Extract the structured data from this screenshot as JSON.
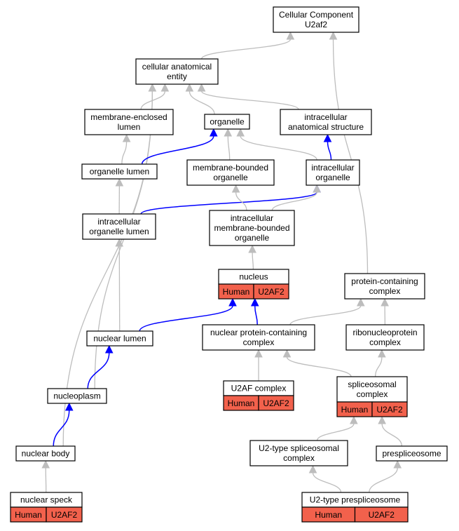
{
  "nodes": {
    "root": {
      "lines": [
        "Cellular Component",
        "U2af2"
      ]
    },
    "cae": {
      "lines": [
        "cellular anatomical",
        "entity"
      ]
    },
    "mel": {
      "lines": [
        "membrane-enclosed",
        "lumen"
      ]
    },
    "org": {
      "lines": [
        "organelle"
      ]
    },
    "ias": {
      "lines": [
        "intracellular",
        "anatomical structure"
      ]
    },
    "ol": {
      "lines": [
        "organelle lumen"
      ]
    },
    "mbo": {
      "lines": [
        "membrane-bounded",
        "organelle"
      ]
    },
    "io": {
      "lines": [
        "intracellular",
        "organelle"
      ]
    },
    "iol": {
      "lines": [
        "intracellular",
        "organelle lumen"
      ]
    },
    "imbo": {
      "lines": [
        "intracellular",
        "membrane-bounded",
        "organelle"
      ]
    },
    "nuc": {
      "lines": [
        "nucleus"
      ],
      "badge": [
        "Human",
        "U2AF2"
      ]
    },
    "pcc": {
      "lines": [
        "protein-containing",
        "complex"
      ]
    },
    "nl": {
      "lines": [
        "nuclear lumen"
      ]
    },
    "npcc": {
      "lines": [
        "nuclear protein-containing",
        "complex"
      ]
    },
    "rnp": {
      "lines": [
        "ribonucleoprotein",
        "complex"
      ]
    },
    "np": {
      "lines": [
        "nucleoplasm"
      ]
    },
    "u2af": {
      "lines": [
        "U2AF complex"
      ],
      "badge": [
        "Human",
        "U2AF2"
      ]
    },
    "sc": {
      "lines": [
        "spliceosomal",
        "complex"
      ],
      "badge": [
        "Human",
        "U2AF2"
      ]
    },
    "nb": {
      "lines": [
        "nuclear body"
      ]
    },
    "u2sc": {
      "lines": [
        "U2-type spliceosomal",
        "complex"
      ]
    },
    "pre": {
      "lines": [
        "prespliceosome"
      ]
    },
    "ns": {
      "lines": [
        "nuclear speck"
      ],
      "badge": [
        "Human",
        "U2AF2"
      ]
    },
    "u2pre": {
      "lines": [
        "U2-type prespliceosome"
      ],
      "badge": [
        "Human",
        "U2AF2"
      ]
    }
  },
  "edges": [
    {
      "from": "cae",
      "to": "root",
      "type": "is_a"
    },
    {
      "from": "pcc",
      "to": "root",
      "type": "is_a"
    },
    {
      "from": "mel",
      "to": "cae",
      "type": "is_a"
    },
    {
      "from": "org",
      "to": "cae",
      "type": "is_a"
    },
    {
      "from": "ias",
      "to": "cae",
      "type": "is_a"
    },
    {
      "from": "nb",
      "to": "cae",
      "type": "is_a"
    },
    {
      "from": "np",
      "to": "cae",
      "type": "is_a"
    },
    {
      "from": "ol",
      "to": "mel",
      "type": "is_a"
    },
    {
      "from": "ol",
      "to": "org",
      "type": "part_of"
    },
    {
      "from": "mbo",
      "to": "org",
      "type": "is_a"
    },
    {
      "from": "io",
      "to": "org",
      "type": "is_a"
    },
    {
      "from": "io",
      "to": "ias",
      "type": "part_of"
    },
    {
      "from": "iol",
      "to": "ol",
      "type": "is_a"
    },
    {
      "from": "iol",
      "to": "io",
      "type": "part_of"
    },
    {
      "from": "imbo",
      "to": "mbo",
      "type": "is_a"
    },
    {
      "from": "imbo",
      "to": "io",
      "type": "is_a"
    },
    {
      "from": "nuc",
      "to": "imbo",
      "type": "is_a"
    },
    {
      "from": "nl",
      "to": "iol",
      "type": "is_a"
    },
    {
      "from": "nl",
      "to": "nuc",
      "type": "part_of"
    },
    {
      "from": "npcc",
      "to": "nuc",
      "type": "part_of"
    },
    {
      "from": "npcc",
      "to": "pcc",
      "type": "is_a"
    },
    {
      "from": "rnp",
      "to": "pcc",
      "type": "is_a"
    },
    {
      "from": "np",
      "to": "nl",
      "type": "part_of"
    },
    {
      "from": "u2af",
      "to": "npcc",
      "type": "is_a"
    },
    {
      "from": "sc",
      "to": "npcc",
      "type": "is_a"
    },
    {
      "from": "sc",
      "to": "rnp",
      "type": "is_a"
    },
    {
      "from": "nb",
      "to": "np",
      "type": "part_of"
    },
    {
      "from": "u2sc",
      "to": "sc",
      "type": "is_a"
    },
    {
      "from": "pre",
      "to": "sc",
      "type": "is_a"
    },
    {
      "from": "ns",
      "to": "nb",
      "type": "is_a"
    },
    {
      "from": "u2pre",
      "to": "u2sc",
      "type": "is_a"
    },
    {
      "from": "u2pre",
      "to": "pre",
      "type": "is_a"
    }
  ],
  "colors": {
    "is_a_edge": "#bdbdbd",
    "part_of_edge": "#0000ff",
    "badge_fill": "#f2614c",
    "node_fill": "#ffffff",
    "node_stroke": "#000000"
  }
}
